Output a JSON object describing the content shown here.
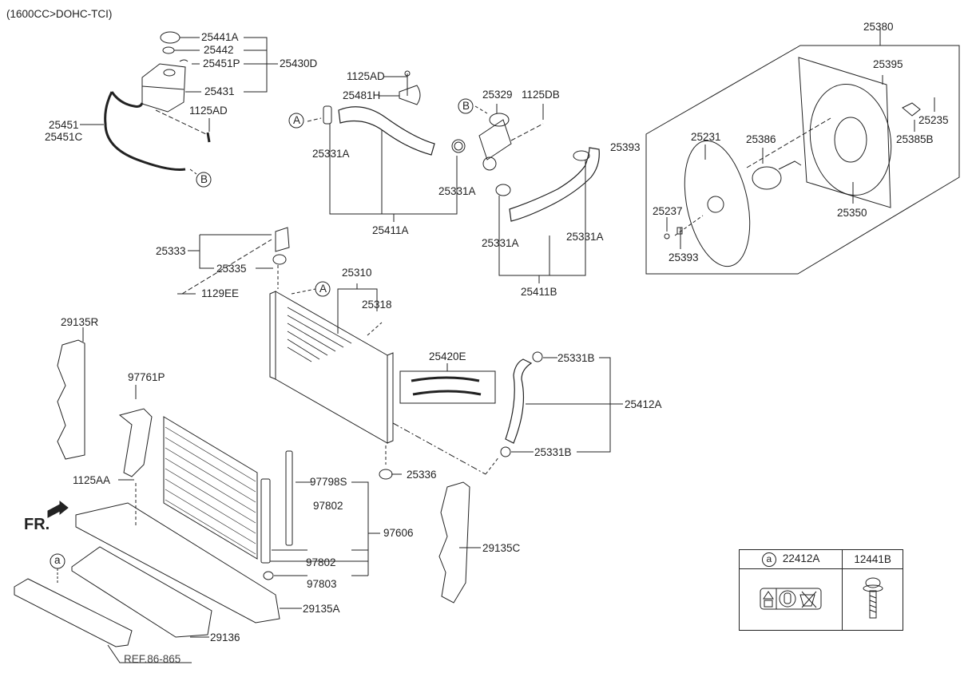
{
  "title": "(1600CC>DOHC-TCI)",
  "front_marker": "FR.",
  "reference": "REF.86-865",
  "callouts": {
    "A": "A",
    "B": "B",
    "a": "a"
  },
  "labels": {
    "p25441A": "25441A",
    "p25442": "25442",
    "p25451P": "25451P",
    "p25430D": "25430D",
    "p25431": "25431",
    "p1125AD_tank": "1125AD",
    "p25451": "25451",
    "p25451C": "25451C",
    "p1125AD_bracket": "1125AD",
    "p25481H": "25481H",
    "p25329": "25329",
    "p1125DB": "1125DB",
    "p25331A_1": "25331A",
    "p25331A_2": "25331A",
    "p25411A": "25411A",
    "p25331A_3": "25331A",
    "p25331A_4": "25331A",
    "p25411B": "25411B",
    "p25380": "25380",
    "p25395": "25395",
    "p25235": "25235",
    "p25385B": "25385B",
    "p25393_kit": "25393",
    "p25231": "25231",
    "p25386": "25386",
    "p25350": "25350",
    "p25237": "25237",
    "p25393": "25393",
    "p25333": "25333",
    "p25335": "25335",
    "p1129EE": "1129EE",
    "p25310": "25310",
    "p25318": "25318",
    "p29135R": "29135R",
    "p97761P": "97761P",
    "p25420E": "25420E",
    "p25331B_top": "25331B",
    "p25412A": "25412A",
    "p25331B_bot": "25331B",
    "p25336": "25336",
    "p1125AA": "1125AA",
    "p97798S": "97798S",
    "p97802_a": "97802",
    "p97606": "97606",
    "p29135C": "29135C",
    "p97802_b": "97802",
    "p97803": "97803",
    "p29135A": "29135A",
    "p29136": "29136"
  },
  "legend_table": {
    "columns": [
      {
        "callout": "a",
        "part": "22412A",
        "image": "warning-label"
      },
      {
        "callout": "",
        "part": "12441B",
        "image": "bolt"
      }
    ]
  }
}
